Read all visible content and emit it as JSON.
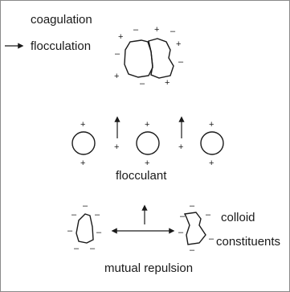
{
  "labels": {
    "coagulation": "coagulation",
    "flocculation": "flocculation",
    "flocculant": "flocculant",
    "colloid": "colloid",
    "constituents": "constituents",
    "mutual_repulsion": "mutual repulsion"
  },
  "signs": {
    "plus": "+",
    "minus": "–"
  },
  "colors": {
    "ink": "#1a1a1a",
    "border": "#8a8a8a",
    "background": "#ffffff"
  }
}
